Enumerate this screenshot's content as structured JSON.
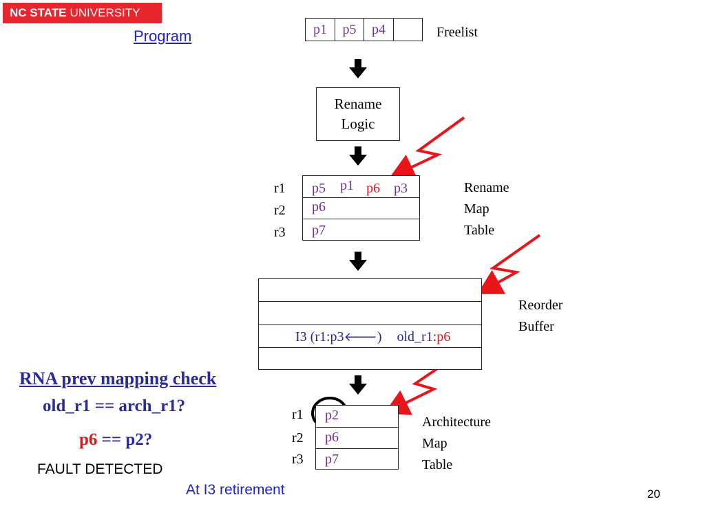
{
  "header": {
    "logo_bold": "NC STATE",
    "logo_rest": "UNIVERSITY",
    "program_link": "Program",
    "colors": {
      "logo_bg": "#e8262d",
      "link": "#1f1fd0",
      "purple": "#7030a0",
      "red": "#e8151b"
    }
  },
  "freelist": {
    "label": "Freelist",
    "cells": [
      "p1",
      "p5",
      "p4",
      ""
    ]
  },
  "rename_logic": {
    "line1": "Rename",
    "line2": "Logic"
  },
  "rename_map": {
    "label_lines": [
      "Rename",
      "Map",
      "Table"
    ],
    "rows": [
      {
        "reg": "r1",
        "values": [
          "p5",
          "p1",
          "p6",
          "p3"
        ]
      },
      {
        "reg": "r2",
        "value": "p6"
      },
      {
        "reg": "r3",
        "value": "p7"
      }
    ]
  },
  "rob": {
    "label_lines": [
      "Reorder",
      "Buffer"
    ],
    "entry": {
      "part1": "I3 (r1:p3",
      "arrow": "🡐",
      "part2": ")",
      "old_label": "old_r1:",
      "old_value": "p6"
    }
  },
  "arch_map": {
    "label_lines": [
      "Architecture",
      "Map",
      "Table"
    ],
    "rows": [
      {
        "reg": "r1",
        "value": "p2"
      },
      {
        "reg": "r2",
        "value": "p6"
      },
      {
        "reg": "r3",
        "value": "p7"
      }
    ]
  },
  "check": {
    "title": "RNA prev mapping check",
    "line1": "old_r1 == arch_r1?",
    "line2_red": "p6",
    "line2_rest": " == p2?",
    "fault": "FAULT DETECTED"
  },
  "footer": {
    "retirement": "At I3 retirement",
    "page_number": "20"
  }
}
